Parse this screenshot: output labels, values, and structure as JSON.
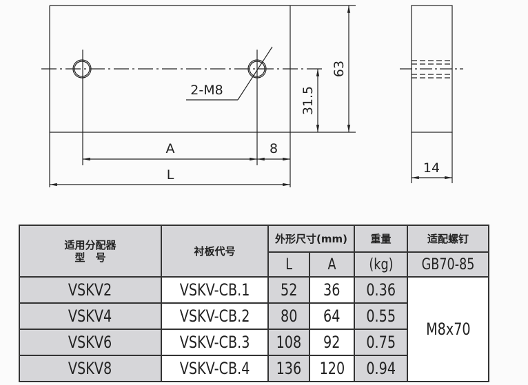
{
  "drawing": {
    "front_view": {
      "hole_label": "2-M8",
      "dim_A": "A",
      "dim_edge": "8",
      "dim_L": "L",
      "dim_center_height": "31.5",
      "dim_height": "63"
    },
    "side_view": {
      "dim_thickness": "14"
    }
  },
  "table": {
    "headers": {
      "model_line1": "适用分配器",
      "model_line2": "型　号",
      "plate_code": "衬板代号",
      "dimensions": "外形尺寸(mm)",
      "L": "L",
      "A": "A",
      "weight": "重量",
      "weight_unit": "(kg)",
      "screw": "适配螺钉",
      "screw_std": "GB70-85"
    },
    "rows": [
      {
        "model": "VSKV2",
        "plate": "VSKV-CB.1",
        "L": "52",
        "A": "36",
        "weight": "0.36"
      },
      {
        "model": "VSKV4",
        "plate": "VSKV-CB.2",
        "L": "80",
        "A": "64",
        "weight": "0.55"
      },
      {
        "model": "VSKV6",
        "plate": "VSKV-CB.3",
        "L": "108",
        "A": "92",
        "weight": "0.75"
      },
      {
        "model": "VSKV8",
        "plate": "VSKV-CB.4",
        "L": "136",
        "A": "120",
        "weight": "0.94"
      }
    ],
    "screw_value": "M8x70"
  }
}
